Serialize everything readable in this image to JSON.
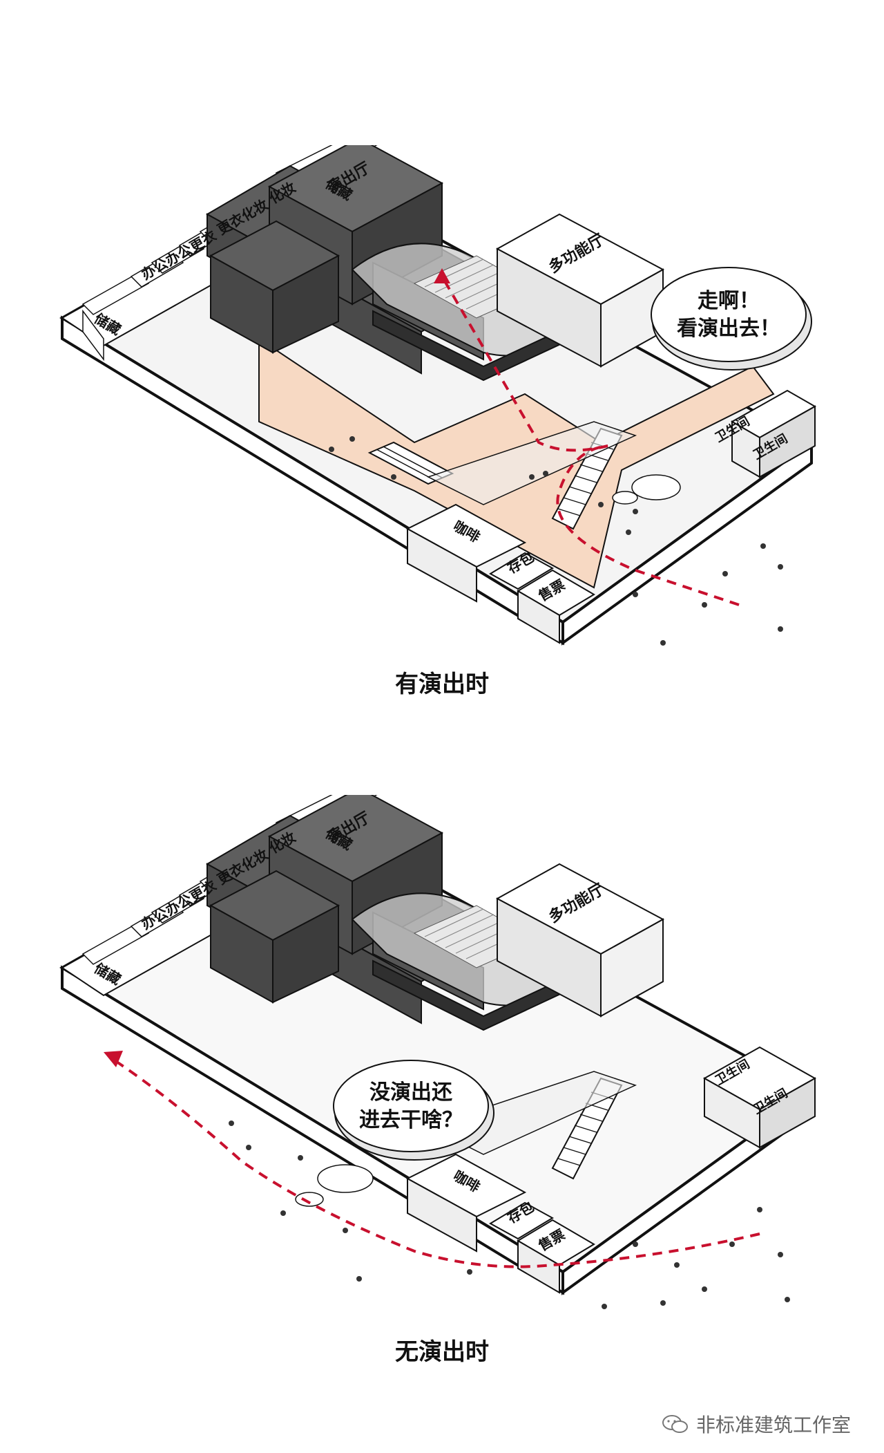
{
  "rooms": {
    "storage": "储藏",
    "makeup": "化妆",
    "dressing": "更衣",
    "office": "办公",
    "hall": "演出厅",
    "multipurpose": "多功能厅",
    "restroom": "卫生间",
    "cafe": "咖啡",
    "luggage": "存包",
    "ticket": "售票"
  },
  "top": {
    "bubble_line1": "走啊！",
    "bubble_line2": "看演出去！",
    "caption": "有演出时"
  },
  "bottom": {
    "bubble_line1": "没演出还",
    "bubble_line2": "进去干啥？",
    "caption": "无演出时"
  },
  "watermark": "非标准建筑工作室",
  "colors": {
    "plaza": "#f7d9c3",
    "dark_block": "#5a5a5a",
    "path": "#c8102e",
    "outline": "#111111"
  }
}
